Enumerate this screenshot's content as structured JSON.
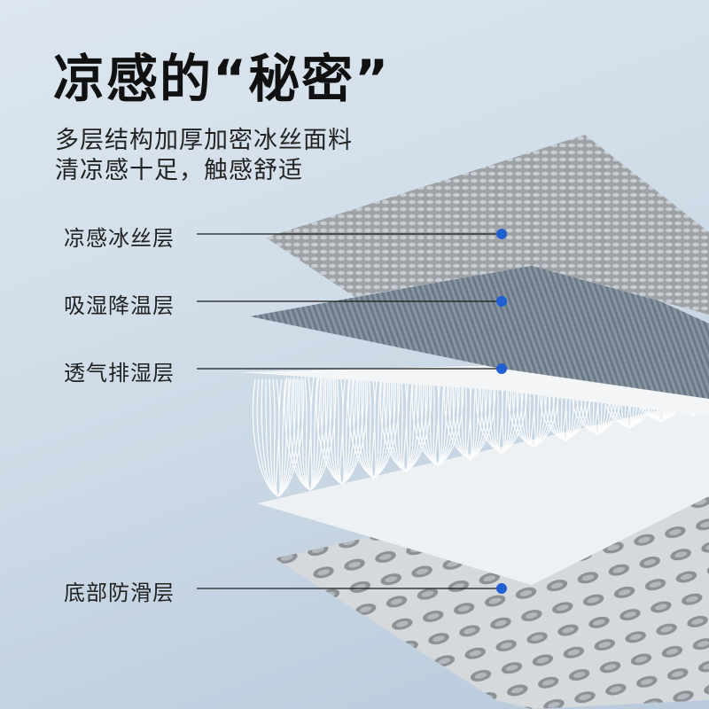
{
  "title": "凉感的“秘密”",
  "subtitle_lines": [
    "多层结构加厚加密冰丝面料",
    "清凉感十足，触感舒适"
  ],
  "layers": [
    {
      "label": "凉感冰丝层"
    },
    {
      "label": "吸湿降温层"
    },
    {
      "label": "透气排湿层"
    },
    {
      "label": "底部防滑层"
    }
  ],
  "colors": {
    "marker": "#1f5fd1",
    "leader_line": "#1a1a1a",
    "text": "#111111"
  }
}
